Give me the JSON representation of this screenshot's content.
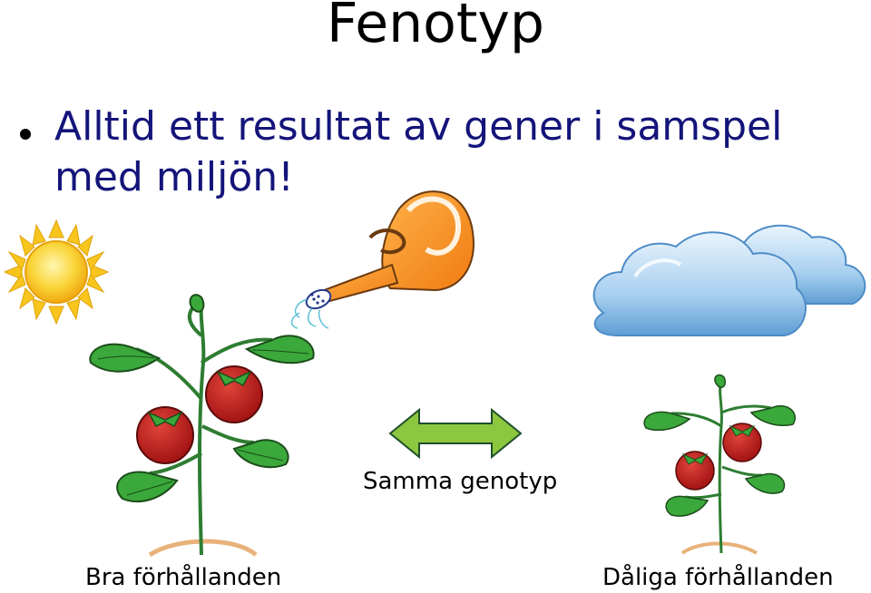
{
  "slide": {
    "title": "Fenotyp",
    "bullet": "Alltid ett resultat av gener i samspel med miljön!"
  },
  "labels": {
    "same_genotype": "Samma genotyp",
    "good_conditions": "Bra förhållanden",
    "bad_conditions": "Dåliga förhållanden"
  },
  "colors": {
    "title_text": "#000000",
    "bullet_text": "#14147a",
    "sun": "#f5c21b",
    "watering_can": "#f28a1c",
    "cloud": "#9cc8ea",
    "leaf": "#3aa83a",
    "stem": "#2e7d32",
    "tomato": "#c62828",
    "arrow": "#8dc63f",
    "soil": "#e8b27a"
  }
}
